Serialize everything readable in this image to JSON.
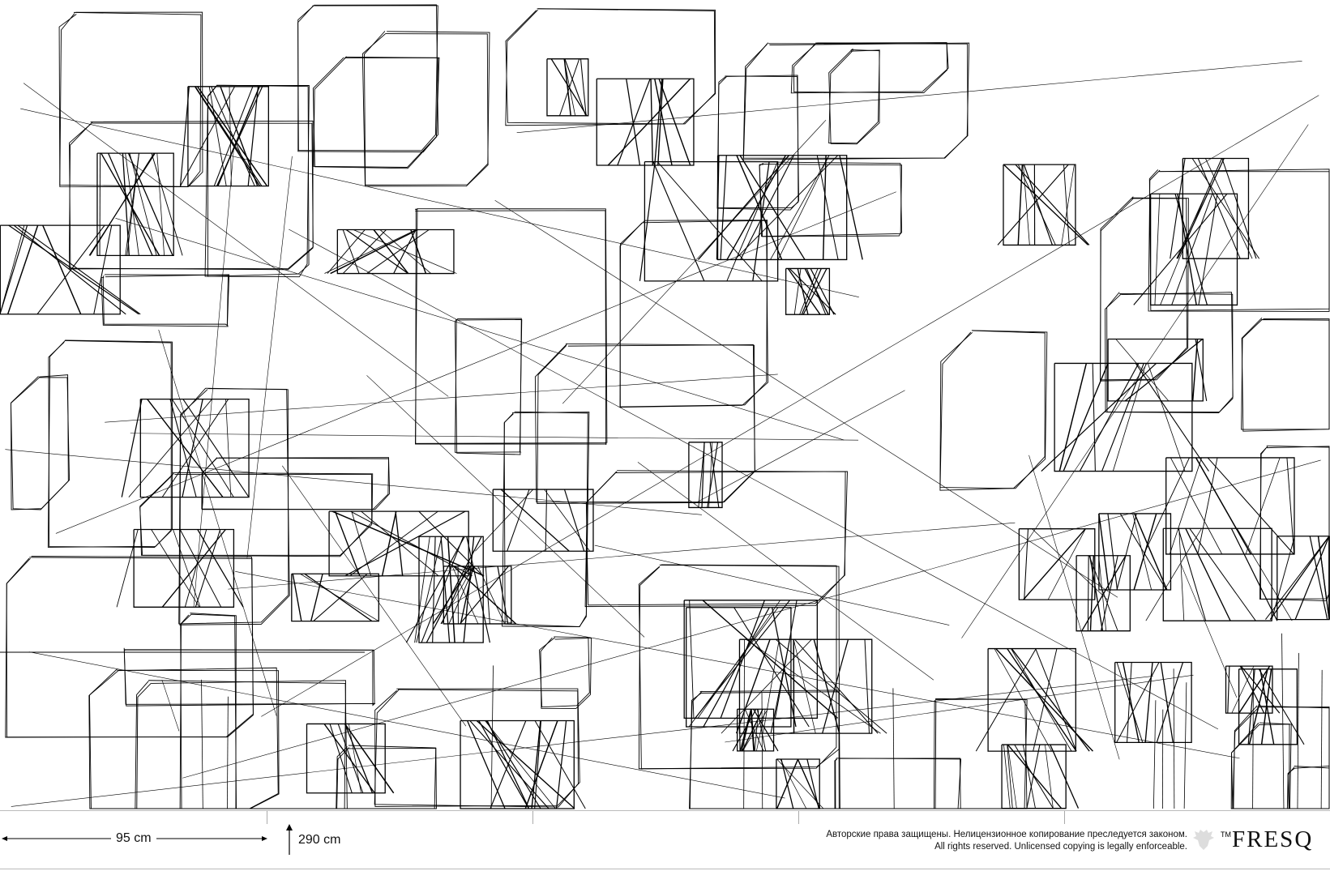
{
  "footer": {
    "width_label": "95 cm",
    "height_label": "290 cm",
    "copyright_ru": "Авторские права защищены. Нелицензионное копирование преследуется законом.",
    "copyright_en": "All rights reserved. Unlicensed copying is legally enforceable.",
    "trademark": "TM",
    "brand": "FRESQ",
    "emblem_icon": "double-headed-eagle-icon"
  },
  "panels": 5
}
